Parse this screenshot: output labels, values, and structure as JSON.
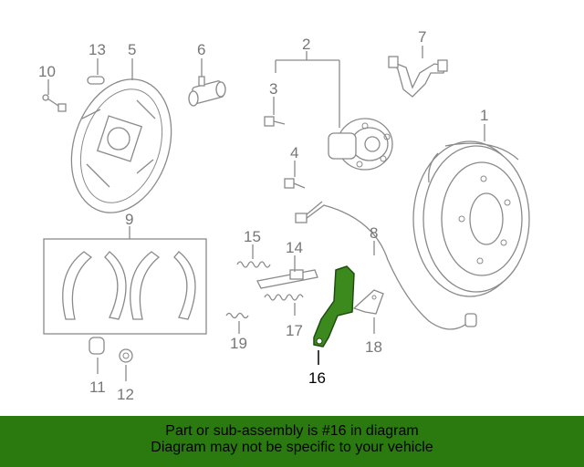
{
  "labels": {
    "l1": "1",
    "l2": "2",
    "l3": "3",
    "l4": "4",
    "l5": "5",
    "l6": "6",
    "l7": "7",
    "l8": "8",
    "l9": "9",
    "l10": "10",
    "l11": "11",
    "l12": "12",
    "l13": "13",
    "l14": "14",
    "l15": "15",
    "l16": "16",
    "l17": "17",
    "l18": "18",
    "l19": "19"
  },
  "highlight_color": "#3c8a1e",
  "banner": {
    "line1": "Part or sub-assembly is #16 in diagram",
    "line2": "Diagram may not be specific to your vehicle",
    "background": "#2a7a10"
  }
}
